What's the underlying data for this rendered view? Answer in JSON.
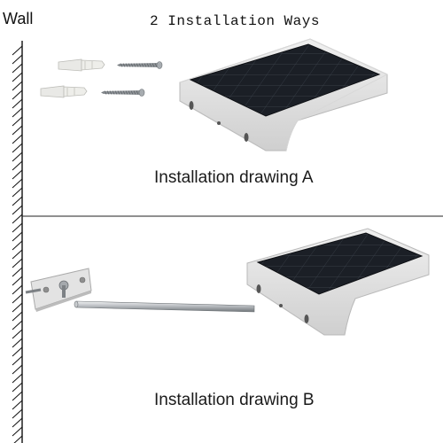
{
  "figure": {
    "title": "2 Installation Ways",
    "wall_label": "Wall",
    "drawings": [
      {
        "id": "A",
        "caption": "Installation drawing A",
        "mount": "wall-screws",
        "parts": [
          "wall-plug-anchor",
          "screw",
          "wall-plug-anchor",
          "screw",
          "solar-light"
        ]
      },
      {
        "id": "B",
        "caption": "Installation drawing B",
        "mount": "bracket-pole",
        "parts": [
          "wall-bracket",
          "extension-pole",
          "solar-light"
        ]
      }
    ],
    "colors": {
      "panel": "#1b1f26",
      "panel_grid": "#3c434c",
      "housing": "#e6e6e6",
      "anchor": "#e9e9e6",
      "metal": "#9ea3a8"
    }
  }
}
